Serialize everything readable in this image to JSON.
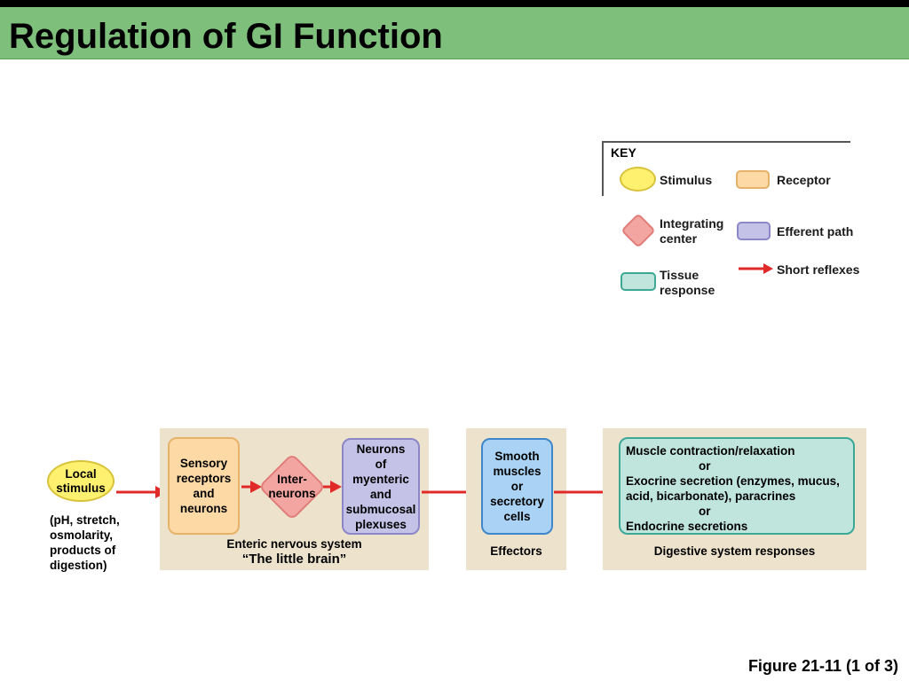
{
  "slide": {
    "title": "Regulation of GI Function",
    "figure_label": "Figure 21-11 (1 of 3)"
  },
  "key": {
    "heading": "KEY",
    "stimulus": "Stimulus",
    "receptor": "Receptor",
    "integrating_center": "Integrating\ncenter",
    "efferent_path": "Efferent path",
    "tissue_response": "Tissue\nresponse",
    "short_reflexes": "Short reflexes"
  },
  "diagram": {
    "stimulus": {
      "label": "Local\nstimulus",
      "note": "(pH, stretch,\nosmolarity,\nproducts of\ndigestion)"
    },
    "receptor": "Sensory\nreceptors\nand\nneurons",
    "interneurons": "Inter-\nneurons",
    "plexus_neurons": "Neurons\nof\nmyenteric\nand\nsubmucosal\nplexuses",
    "enteric_caption_line1": "Enteric nervous system",
    "enteric_caption_line2": "“The little brain”",
    "effector": "Smooth\nmuscles\nor\nsecretory\ncells",
    "effectors_caption": "Effectors",
    "responses": {
      "line1": "Muscle contraction/relaxation",
      "or1": "or",
      "line2": "Exocrine secretion (enzymes, mucus,\nacid, bicarbonate), paracrines",
      "or2": "or",
      "line3": "Endocrine secretions"
    },
    "responses_caption": "Digestive system responses"
  },
  "colors": {
    "header_green": "#7dbf7b",
    "panel_tan": "#ede2cc",
    "stimulus_yellow": "#fff170",
    "receptor_orange": "#fdd9a6",
    "integrating_pink": "#f3a6a1",
    "efferent_lavender": "#c4c2e6",
    "effector_blue": "#a9d2f4",
    "tissue_teal": "#bfe5dc",
    "arrow_red": "#e02a2a"
  }
}
